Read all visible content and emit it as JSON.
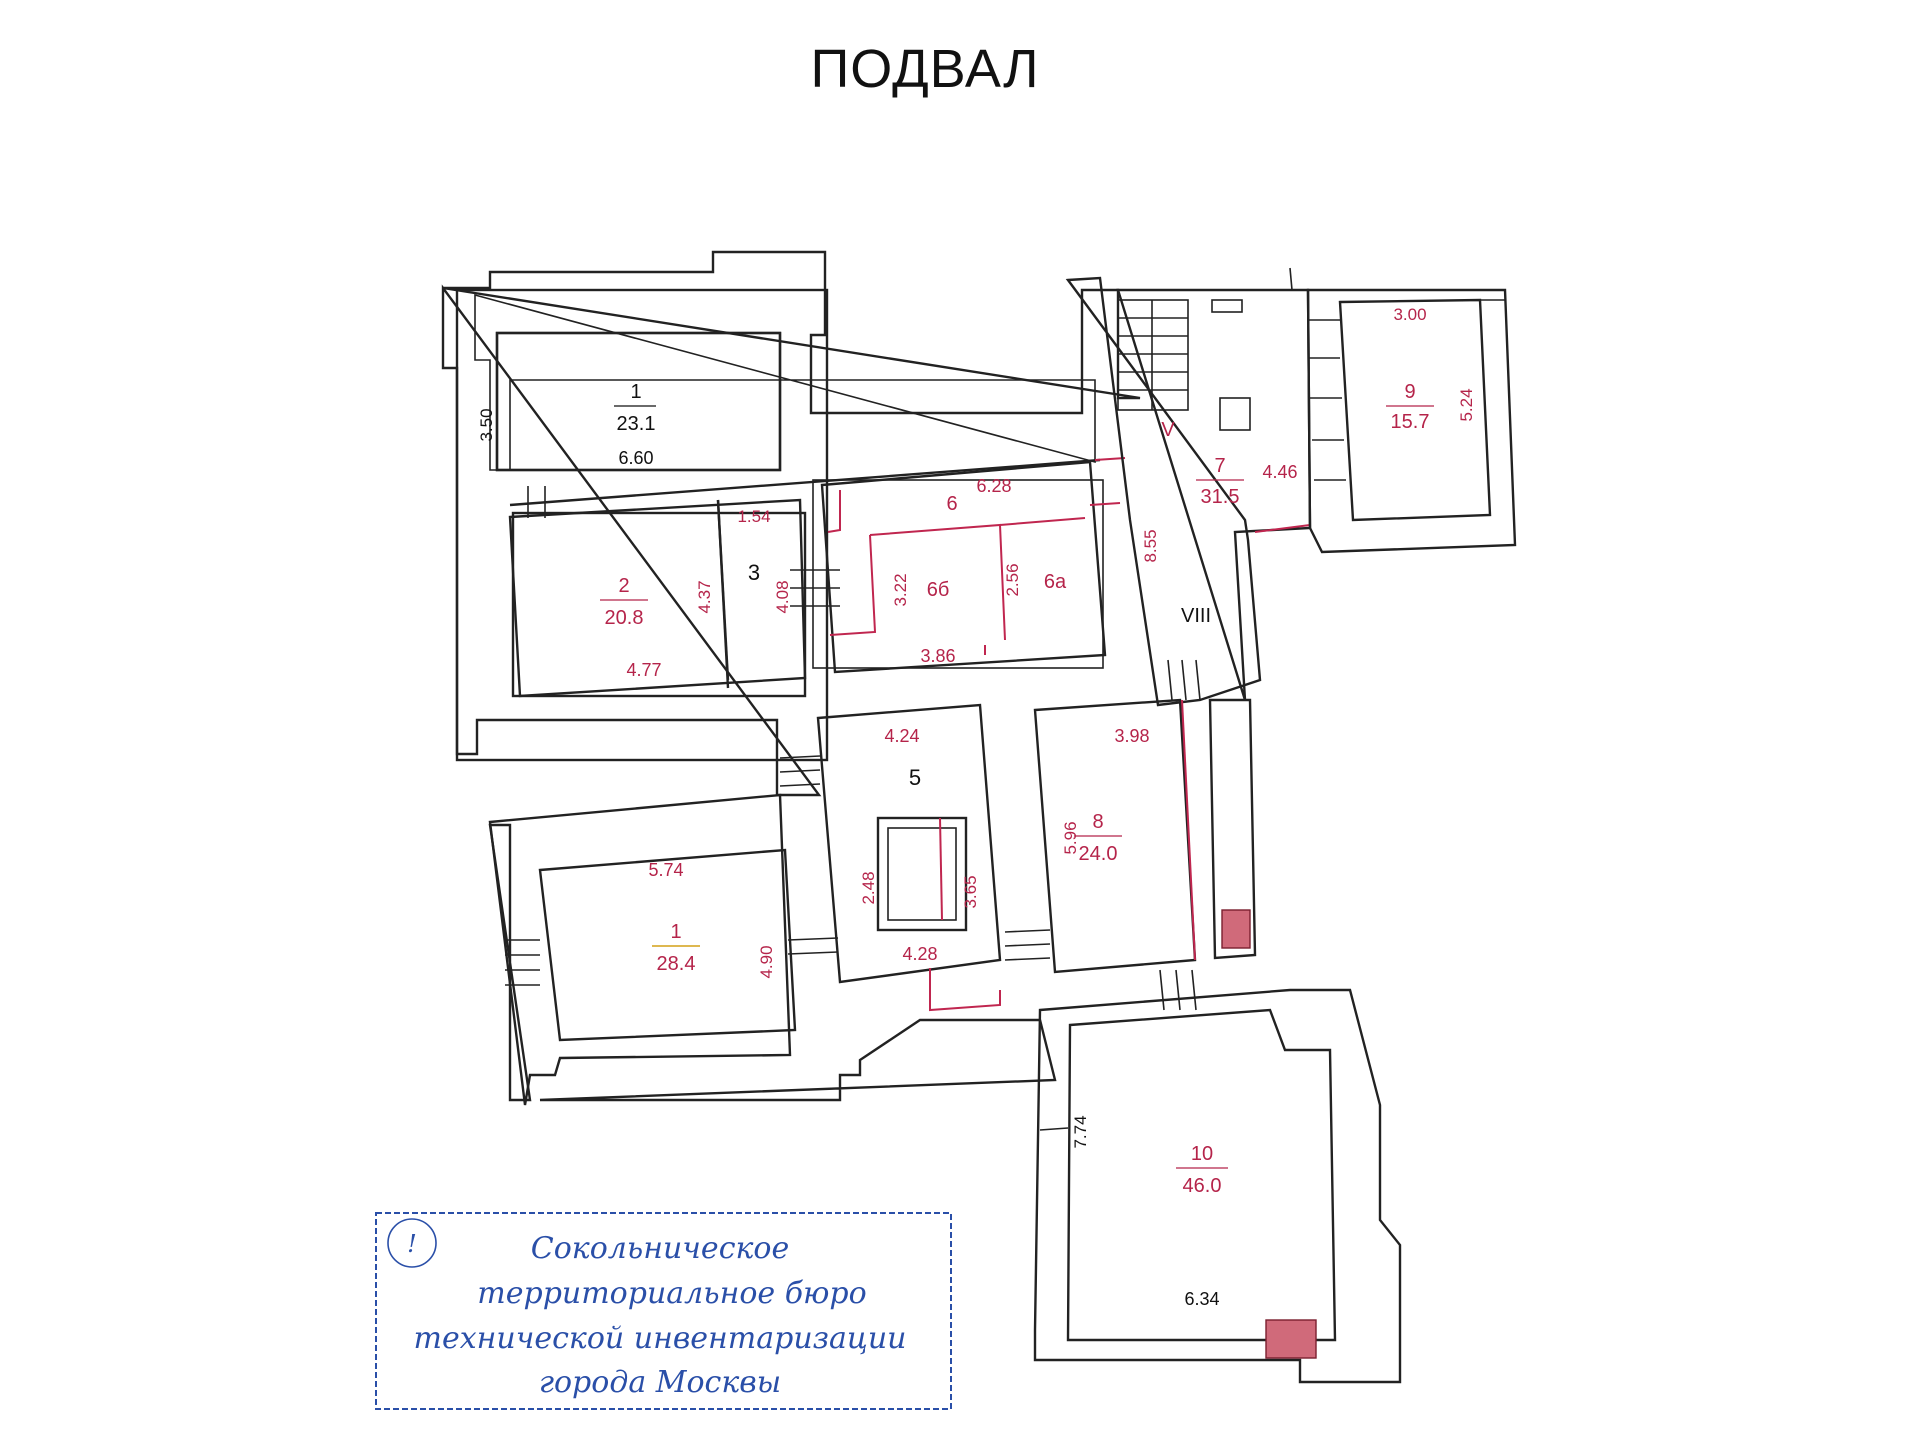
{
  "title": "ПОДВАЛ",
  "rooms": [
    {
      "id": "room-1-top",
      "number": "1",
      "area": "23.1"
    },
    {
      "id": "room-2",
      "number": "2",
      "area": "20.8"
    },
    {
      "id": "room-3",
      "number": "3"
    },
    {
      "id": "room-5",
      "number": "5"
    },
    {
      "id": "room-6",
      "number": "6"
    },
    {
      "id": "room-6a",
      "number": "6а"
    },
    {
      "id": "room-6b",
      "number": "6б"
    },
    {
      "id": "room-7",
      "number": "7",
      "area": "31.5"
    },
    {
      "id": "room-8",
      "number": "8",
      "area": "24.0"
    },
    {
      "id": "room-9",
      "number": "9",
      "area": "15.7"
    },
    {
      "id": "room-10",
      "number": "10",
      "area": "46.0"
    },
    {
      "id": "room-1-bottom",
      "number": "1",
      "area": "28.4"
    }
  ],
  "corridors": [
    "V",
    "VIII"
  ],
  "dimensions": {
    "d_350": "3.50",
    "d_660": "6.60",
    "d_628": "6.28",
    "d_154": "1.54",
    "d_437": "4.37",
    "d_477": "4.77",
    "d_408": "4.08",
    "d_322": "3.22",
    "d_386": "3.86",
    "d_256": "2.56",
    "d_855": "8.55",
    "d_446": "4.46",
    "d_300": "3.00",
    "d_524": "5.24",
    "d_424": "4.24",
    "d_398": "3.98",
    "d_596": "5.96",
    "d_574": "5.74",
    "d_248": "2.48",
    "d_365": "3.65",
    "d_428": "4.28",
    "d_490": "4.90",
    "d_774": "7.74",
    "d_634": "6.34"
  },
  "stamp": {
    "mark": "!",
    "lines": [
      "Сокольническое",
      "территориальное бюро",
      "технической инвентаризации",
      "города Москвы"
    ]
  },
  "colors": {
    "wall": "#222222",
    "annotation": "#b5244a",
    "stamp": "#2a4fa8"
  }
}
